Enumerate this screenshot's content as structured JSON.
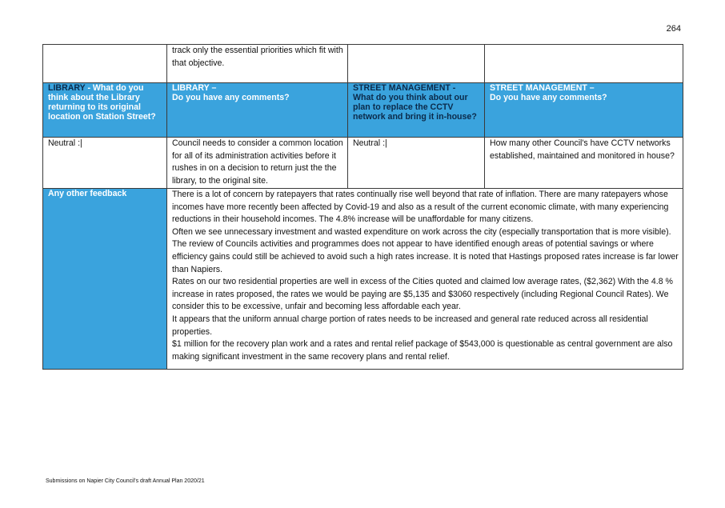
{
  "page_number": "264",
  "row_continuation": {
    "col2_text": "track only the essential priorities which fit with that objective."
  },
  "headers": {
    "library_q_prefix": "LIBRARY",
    "library_q_rest": " - What do you think about the Library returning to its original location on Station Street?",
    "library_comments": "LIBRARY –\nDo you have any comments?",
    "street_q_prefix": "STREET MANAGEMENT -",
    "street_q_rest": "What do you think about our plan to replace the CCTV network and bring it in-house?",
    "street_comments": "STREET MANAGEMENT –\nDo you have any comments?"
  },
  "answers": {
    "library_q": "Neutral :|",
    "library_comments": "Council needs to consider a common location for all of its administration activities before it rushes in on a decision to return just the the library, to the original site.",
    "street_q": "Neutral :|",
    "street_comments": "How many other Council's have CCTV networks established, maintained and monitored in house?"
  },
  "feedback": {
    "label": "Any other feedback",
    "paragraphs": [
      "There is a lot of concern by ratepayers that rates continually rise well beyond that rate of inflation. There are many ratepayers whose incomes have more recently been affected by Covid-19 and also as a result of the current economic climate, with many experiencing  reductions in their household incomes. The 4.8% increase will be unaffordable for many citizens.",
      "Often we see  unnecessary investment and wasted expenditure on work across the city (especially transportation that is more visible).  The review of Councils activities and programmes does not appear to have identified enough areas of potential savings or where efficiency gains could still be achieved to avoid such a high rates increase. It is noted that Hastings proposed rates increase is far lower than Napiers.",
      "Rates on our two residential properties are well in excess of the Cities quoted and claimed low average rates, ($2,362)  With the 4.8 % increase in rates proposed, the rates we would be paying are $5,135 and $3060 respectively (including Regional Council Rates). We consider this to be excessive, unfair and becoming less affordable each year.",
      "It appears that the uniform annual charge  portion of rates needs to be increased and general rate reduced across all residential properties.",
      "$1 million for the recovery plan work and a rates and rental relief package of $543,000 is questionable as central government are also making significant investment in the same recovery plans and rental relief."
    ]
  },
  "footer": "Submissions on Napier City Council's draft Annual Plan 2020/21",
  "colors": {
    "header_bg": "#3aa3dd",
    "header_text": "#ffffff",
    "header_dark_text": "#0b2a4a"
  }
}
